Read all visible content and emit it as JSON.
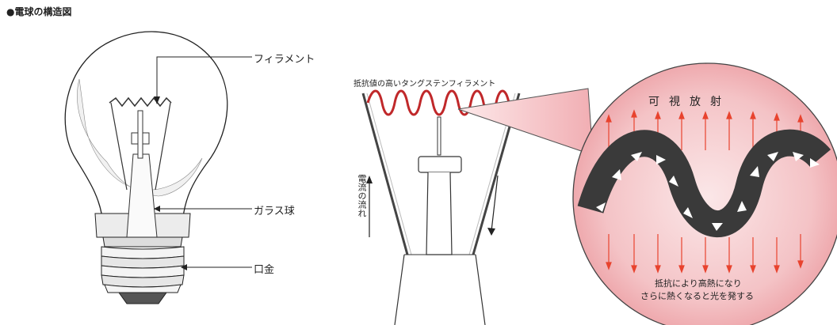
{
  "title": "●電球の構造図",
  "labels": {
    "filament": "フィラメント",
    "glass_bulb": "ガラス球",
    "base": "口金",
    "tungsten": "抵抗値の高いタングステンフィラメント",
    "current_flow": "電流の流れ",
    "visible_radiation": "可視放射",
    "heat_line1": "抵抗により高熱になり",
    "heat_line2": "さらに熱くなると光を発する"
  },
  "colors": {
    "filament_red": "#c0282a",
    "arrow_red": "#e8432e",
    "circle_pink": "#f4bcc0",
    "wire_dark": "#3a3a3a"
  }
}
